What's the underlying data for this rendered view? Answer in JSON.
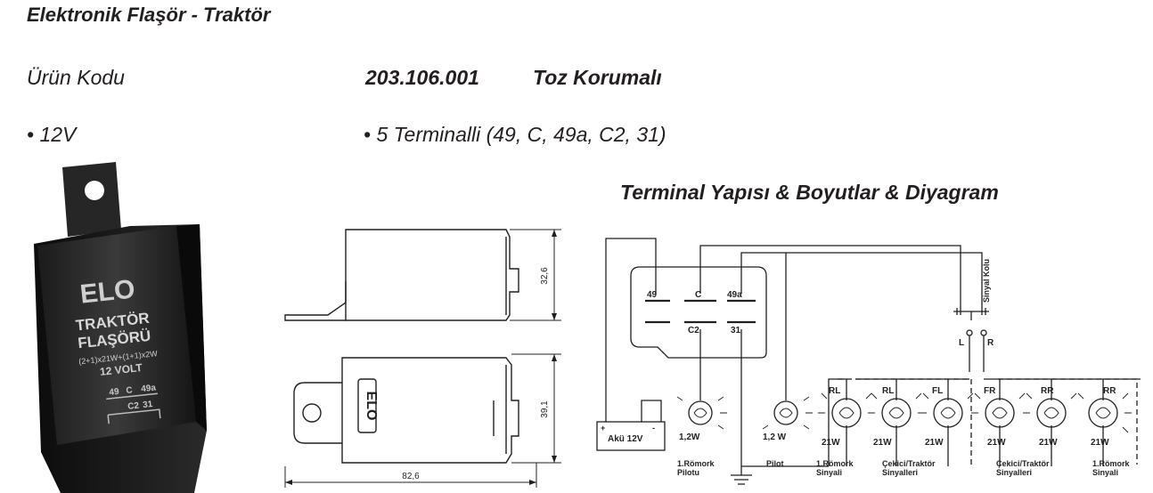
{
  "header": {
    "title": "Elektronik Flaşör - Traktör"
  },
  "product": {
    "code_label": "Ürün Kodu",
    "code_value": "203.106.001",
    "feature": "Toz Korumalı",
    "voltage_bullet": "• 12V",
    "terminals_bullet": "• 5 Terminalli (49, C, 49a, C2, 31)"
  },
  "photo": {
    "brand": "ELO",
    "line1": "TRAKTÖR",
    "line2": "FLAŞÖRÜ",
    "spec": "(2+1)x21W+(1+1)x2W",
    "volt": "12 VOLT",
    "terminals_top": [
      "49",
      "C",
      "49a"
    ],
    "terminals_bottom": [
      "C2",
      "31"
    ]
  },
  "section": {
    "heading": "Terminal Yapısı & Boyutlar & Diyagram"
  },
  "dimensions": {
    "height_top": "32,6",
    "height_bottom": "39,1",
    "width": "82,6",
    "brand": "ELO"
  },
  "diagram": {
    "terminals": [
      "49",
      "C",
      "49a",
      "C2",
      "31"
    ],
    "switch_label": "Sinyal Kolu",
    "switch_left": "L",
    "switch_right": "R",
    "battery_label": "Akü 12V",
    "battery_plus": "+",
    "battery_minus": "-",
    "lamp_small": "1,2W",
    "lamp_pilot": "1,2 W",
    "lamp_big": "21W",
    "lamp_tags": [
      "RL",
      "RL",
      "FL",
      "FR",
      "RR",
      "RR"
    ],
    "labels": {
      "pilot_romork": "1.Römork\nPilotu",
      "pilot": "Pilot",
      "romork_sinyali_left": "1.Römork\nSinyali",
      "cekici_left": "Çekici/Traktör\nSinyalleri",
      "cekici_right": "Çekici/Traktör\nSinyalleri",
      "romork_sinyali_right": "1.Römork\nSinyali"
    }
  }
}
